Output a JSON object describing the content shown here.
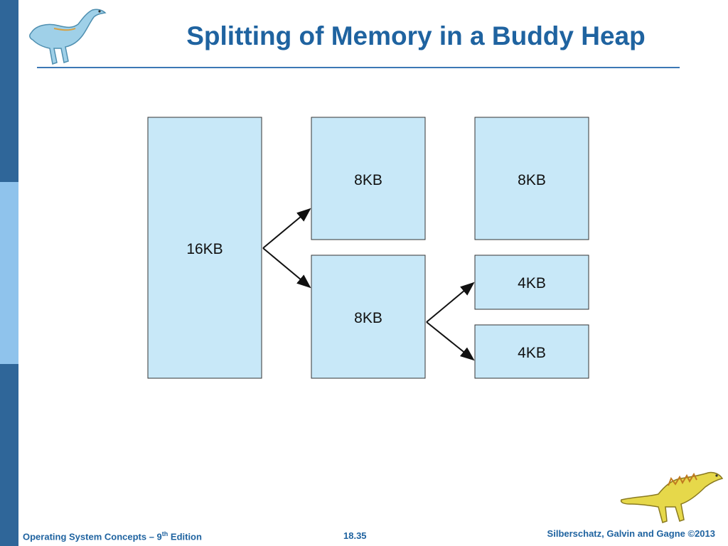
{
  "title": "Splitting of Memory in a Buddy Heap",
  "blocks": {
    "b16": "16KB",
    "b8_upper": "8KB",
    "b8_lower": "8KB",
    "b8_kept": "8KB",
    "b4_upper": "4KB",
    "b4_lower": "4KB"
  },
  "footer": {
    "book_prefix": "Operating System Concepts – 9",
    "book_sup": "th",
    "book_suffix": " Edition",
    "page": "18.35",
    "copyright": "Silberschatz, Galvin and Gagne ©2013"
  },
  "colors": {
    "block_fill": "#c8e8f8",
    "accent": "#1f63a0",
    "sidebar_dark": "#2f6699",
    "sidebar_light": "#8fc3ec"
  }
}
